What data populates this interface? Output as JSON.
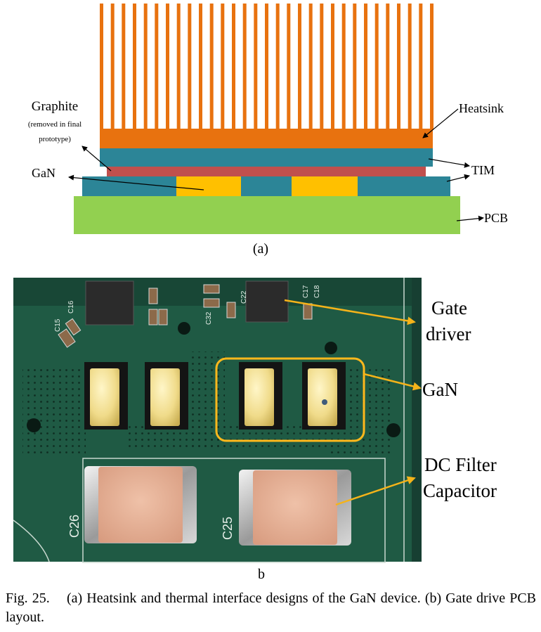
{
  "diagram_a": {
    "labels": {
      "graphite_title": "Graphite",
      "graphite_note_1": "(removed in final",
      "graphite_note_2": "prototype)",
      "gan": "GaN",
      "heatsink": "Heatsink",
      "tim": "TIM",
      "pcb": "PCB"
    },
    "sublabel": "(a)",
    "colors": {
      "heatsink": "#E8720F",
      "tim": "#2C8597",
      "graphite": "#C0504D",
      "gan": "#FFC000",
      "pcb": "#92D050"
    }
  },
  "photo_b": {
    "labels": {
      "gate_driver_1": "Gate",
      "gate_driver_2": "driver",
      "gan": "GaN",
      "dc_filter_1": "DC Filter",
      "dc_filter_2": "Capacitor"
    },
    "board_text": {
      "c26": "C26",
      "c25": "C25",
      "c15": "C15",
      "c16": "C16",
      "c32": "C32",
      "c22": "C22",
      "c17": "C17",
      "c18": "C18"
    },
    "sublabel": "b",
    "colors": {
      "board": "#1F5A44",
      "highlight": "#FFB81C",
      "arrow": "#F5B31A"
    }
  },
  "caption": {
    "fig_label": "Fig. 25.",
    "text": "(a) Heatsink and thermal interface designs of the GaN device. (b) Gate drive PCB layout."
  }
}
